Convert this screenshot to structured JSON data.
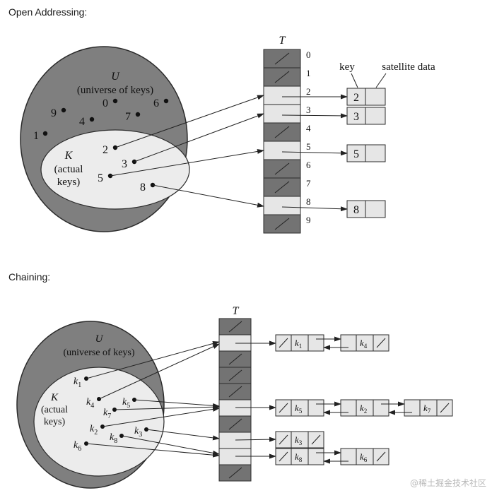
{
  "page": {
    "title_open_addressing": "Open Addressing:",
    "title_chaining": "Chaining:"
  },
  "open_addressing": {
    "table_label": "T",
    "universe": {
      "label": "U",
      "subtitle": "(universe of keys)"
    },
    "actual": {
      "label": "K",
      "line1": "(actual",
      "line2": "keys)"
    },
    "indices": [
      "0",
      "1",
      "2",
      "3",
      "4",
      "5",
      "6",
      "7",
      "8",
      "9"
    ],
    "occupied_slots": [
      "2",
      "3",
      "5",
      "8"
    ],
    "key_header": "key",
    "satellite_header": "satellite data",
    "universe_keys": [
      "9",
      "0",
      "6",
      "4",
      "7",
      "1"
    ],
    "actual_keys": [
      "2",
      "3",
      "5",
      "8"
    ],
    "stored_keys": [
      "2",
      "3",
      "5",
      "8"
    ]
  },
  "chaining": {
    "table_label": "T",
    "universe": {
      "label": "U",
      "subtitle": "(universe of keys)"
    },
    "actual": {
      "label": "K",
      "line1": "(actual",
      "line2": "keys)"
    },
    "key_letter": "k",
    "actual_keys": [
      "1",
      "4",
      "5",
      "7",
      "2",
      "3",
      "8",
      "6"
    ],
    "chains": [
      {
        "slot": 1,
        "nodes": [
          "1",
          "4"
        ]
      },
      {
        "slot": 5,
        "nodes": [
          "5",
          "2",
          "7"
        ]
      },
      {
        "slot": 7,
        "nodes": [
          "3"
        ]
      },
      {
        "slot": 8,
        "nodes": [
          "8",
          "6"
        ]
      }
    ]
  },
  "colors": {
    "universe_fill": "#7f7f7f",
    "actual_fill": "#ececec",
    "empty_slot": "#737373",
    "occupied_slot": "#e6e6e6",
    "stroke": "#2b2b2b"
  },
  "watermark": "@稀土掘金技术社区"
}
